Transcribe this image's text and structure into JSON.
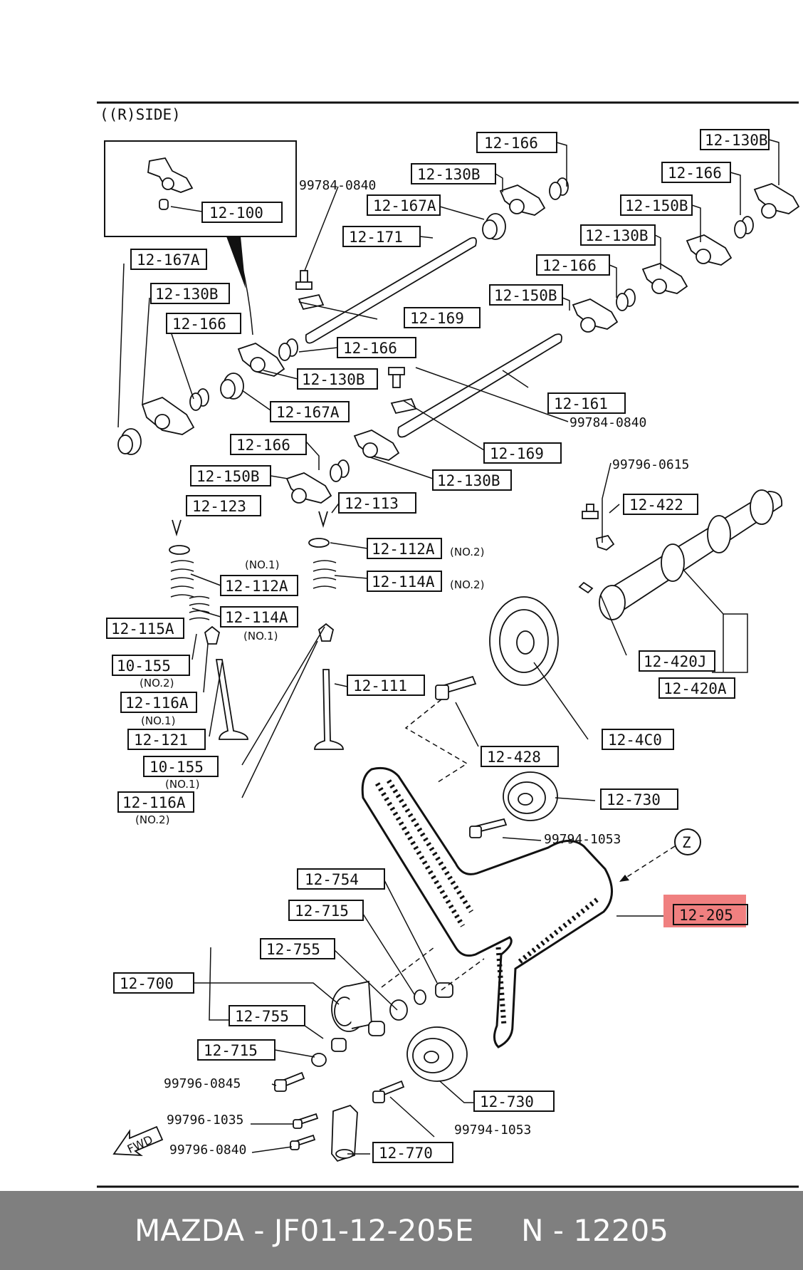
{
  "diagram": {
    "side_label": "((R)SIDE)",
    "fwd_label": "FWD",
    "view_label": "Z",
    "highlight_color": "#f08080",
    "labels": {
      "p12_166_a": "12-166",
      "p12_130B_a": "12-130B",
      "p12_167A_a": "12-167A",
      "p12_171": "12-171",
      "p99784_0840_a": "99784-0840",
      "p12_100": "12-100",
      "p12_169_a": "12-169",
      "p12_167A_b": "12-167A",
      "p12_130B_b": "12-130B",
      "p12_166_b": "12-166",
      "p12_166_c": "12-166",
      "p12_130B_c": "12-130B",
      "p12_167A_c": "12-167A",
      "p12_130B_d": "12-130B",
      "p12_166_d": "12-166",
      "p12_150B_a": "12-150B",
      "p12_130B_e": "12-130B",
      "p12_166_e": "12-166",
      "p12_150B_b": "12-150B",
      "p12_161": "12-161",
      "p99784_0840_b": "99784-0840",
      "p12_169_b": "12-169",
      "p12_166_f": "12-166",
      "p12_130B_f": "12-130B",
      "p12_150B_c": "12-150B",
      "p12_123": "12-123",
      "p12_113": "12-113",
      "p99796_0615": "99796-0615",
      "p12_422": "12-422",
      "p12_112A_a": "12-112A",
      "p12_112A_b": "12-112A",
      "p12_114A_a": "12-114A",
      "p12_114A_b": "12-114A",
      "p12_115A": "12-115A",
      "p10_155_a": "10-155",
      "p12_116A_a": "12-116A",
      "p12_121": "12-121",
      "p10_155_b": "10-155",
      "p12_116A_b": "12-116A",
      "p12_111": "12-111",
      "p12_420J": "12-420J",
      "p12_420A": "12-420A",
      "p12_4C0": "12-4C0",
      "p12_428": "12-428",
      "p12_730_a": "12-730",
      "p99794_1053_a": "99794-1053",
      "p12_754": "12-754",
      "p12_715_a": "12-715",
      "p12_205": "12-205",
      "p12_755_a": "12-755",
      "p12_700": "12-700",
      "p12_755_b": "12-755",
      "p12_715_b": "12-715",
      "p99796_0845": "99796-0845",
      "p12_730_b": "12-730",
      "p99796_1035": "99796-1035",
      "p99794_1053_b": "99794-1053",
      "p99796_0840": "99796-0840",
      "p12_770": "12-770"
    },
    "notes": {
      "no2_a": "(NO.2)",
      "no2_b": "(NO.2)",
      "no1_a": "(NO.1)",
      "no1_b": "(NO.1)",
      "no2_c": "(NO.2)",
      "no1_c": "(NO.1)",
      "no1_d": "(NO.1)",
      "no2_d": "(NO.2)"
    }
  },
  "footer": {
    "text": "MAZDA - JF01-12-205E     N - 12205"
  }
}
